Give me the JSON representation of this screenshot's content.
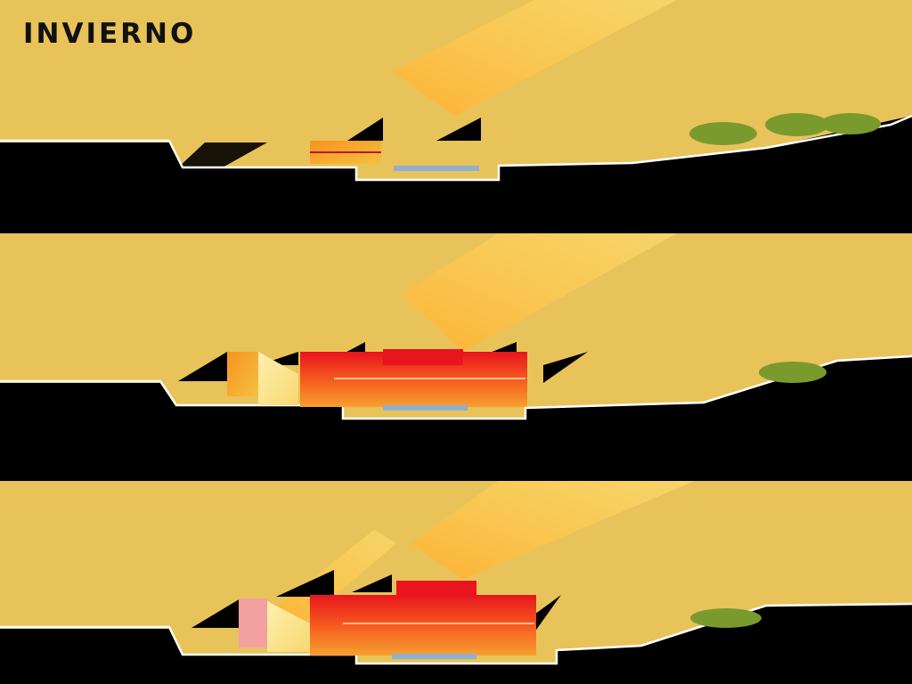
{
  "title": "INVIERNO",
  "colors": {
    "sky": "#E8C35A",
    "ground": "#000000",
    "sunlight": "#FFD860",
    "building_warm": "#F7931E",
    "building_hot": "#E8141E",
    "trees": "#7A9A2E",
    "water": "#8FB0D0"
  },
  "sections": [
    "winter-morning",
    "winter-midday",
    "winter-evening"
  ]
}
